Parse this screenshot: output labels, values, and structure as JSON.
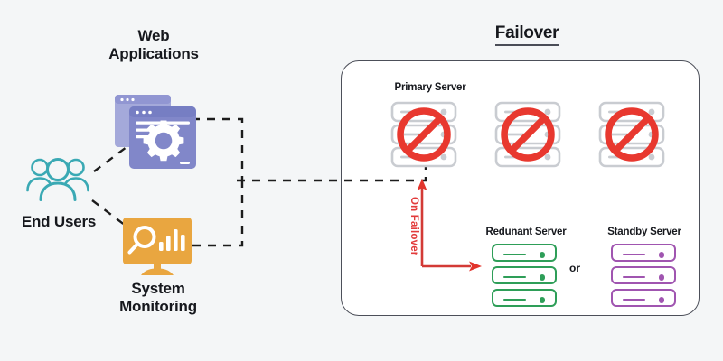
{
  "diagram": {
    "title": "Failover",
    "background_color": "#f4f6f7"
  },
  "left_section": {
    "nodes": [
      {
        "id": "web-applications",
        "label": "Web\nApplications",
        "icon": "browser-windows-gear-icon",
        "color": "#8187c9"
      },
      {
        "id": "end-users",
        "label": "End Users",
        "icon": "users-group-icon",
        "color": "#3aa9b4"
      },
      {
        "id": "system-monitoring",
        "label": "System\nMonitoring",
        "icon": "monitor-magnifier-chart-icon",
        "color": "#e9a640"
      }
    ],
    "connector_style": "dashed",
    "connector_color": "#1c1c1c"
  },
  "failover_panel": {
    "primary": {
      "label": "Primary Server",
      "icon": "server-rack-icon",
      "status_icon": "prohibition-icon",
      "status_color": "#e8382f",
      "server_color": "#c9ccd1",
      "count": 3
    },
    "transition": {
      "label": "On Failover",
      "color": "#e23b3b",
      "arrow_icon": "failover-arrow-icon"
    },
    "targets": [
      {
        "id": "redunant-server",
        "label": "Redunant Server",
        "icon": "server-rack-icon",
        "color": "#2e9e58",
        "units": 3
      },
      {
        "id": "standby-server",
        "label": "Standby Server",
        "icon": "server-rack-icon",
        "color": "#a055b0",
        "units": 3
      }
    ],
    "separator_label": "or"
  }
}
